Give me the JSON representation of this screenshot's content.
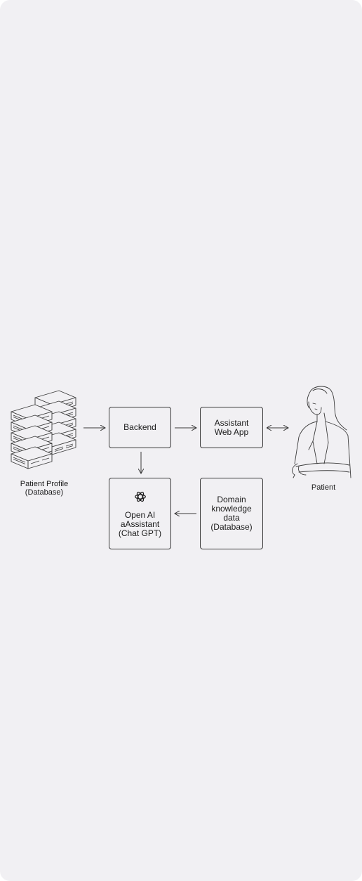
{
  "nodes": {
    "backend": {
      "lines": [
        "Backend"
      ]
    },
    "web_app": {
      "lines": [
        "Assistant",
        "Web App"
      ]
    },
    "openai": {
      "lines": [
        "Open AI",
        "aAssistant",
        "(Chat GPT)"
      ]
    },
    "domain_db": {
      "lines": [
        "Domain",
        "knowledge",
        "data",
        "(Database)"
      ]
    }
  },
  "patient_profile": {
    "lines": [
      "Patient Profile",
      "(Database)"
    ]
  },
  "patient": {
    "label": "Patient"
  },
  "icons": {
    "database": "server-stack-icon",
    "openai": "openai-logo-icon",
    "patient": "woman-figure-icon"
  },
  "colors": {
    "background": "#f1f0f3",
    "stroke": "#3a3a3a",
    "text": "#1a1a1a"
  }
}
